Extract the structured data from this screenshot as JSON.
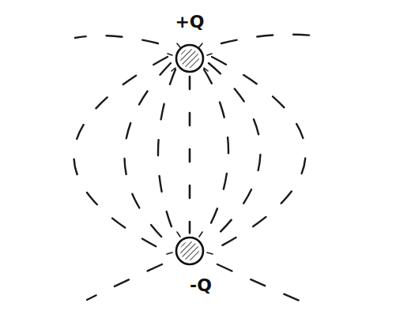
{
  "diagram": {
    "nodes": [
      {
        "text": [
          "+Q"
        ]
      },
      {
        "text": [
          "-Q"
        ]
      }
    ],
    "edges": [
      {
        "from": 0,
        "to": 1,
        "arrow": "none"
      }
    ]
  }
}
